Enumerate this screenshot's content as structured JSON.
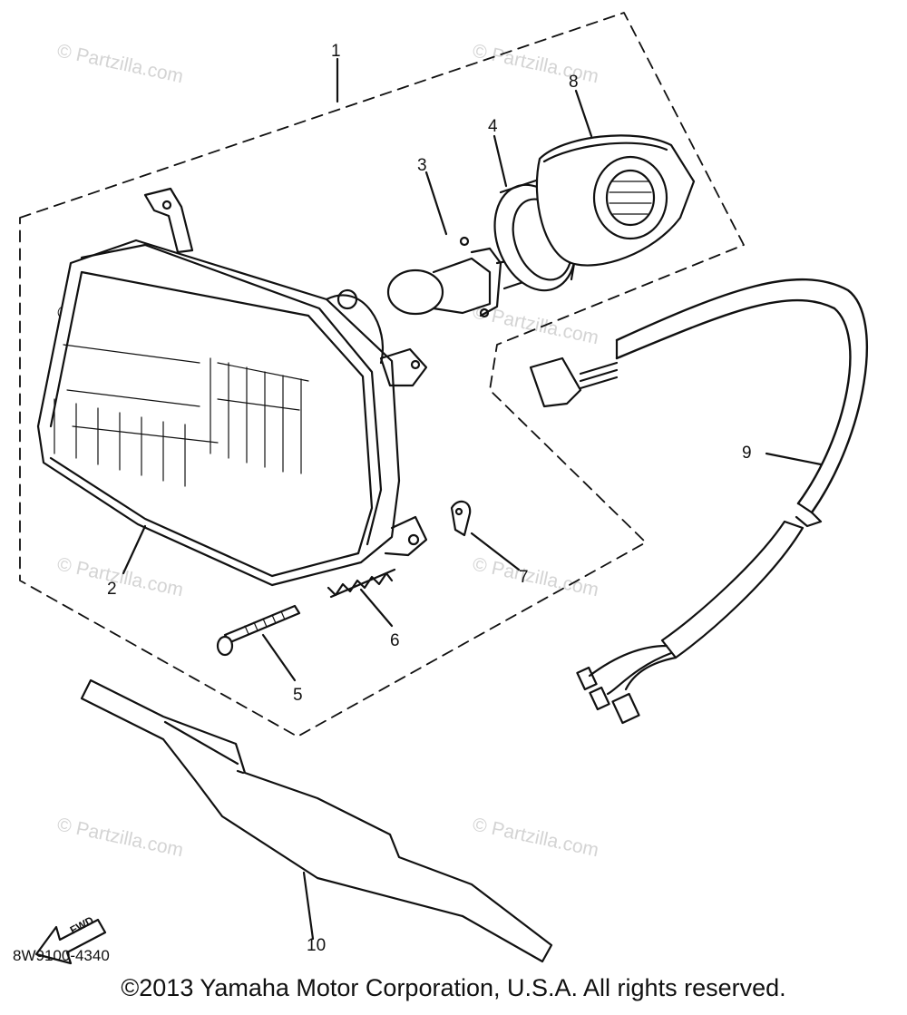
{
  "diagram": {
    "callouts": {
      "c1": "1",
      "c2": "2",
      "c3": "3",
      "c4": "4",
      "c5": "5",
      "c6": "6",
      "c7": "7",
      "c8": "8",
      "c9": "9",
      "c10": "10"
    },
    "watermark": "© Partzilla.com",
    "fwd_label": "FWD",
    "diagram_code": "8W9100-4340"
  },
  "footer": {
    "copyright": "©2013 Yamaha Motor Corporation, U.S.A. All rights reserved."
  }
}
